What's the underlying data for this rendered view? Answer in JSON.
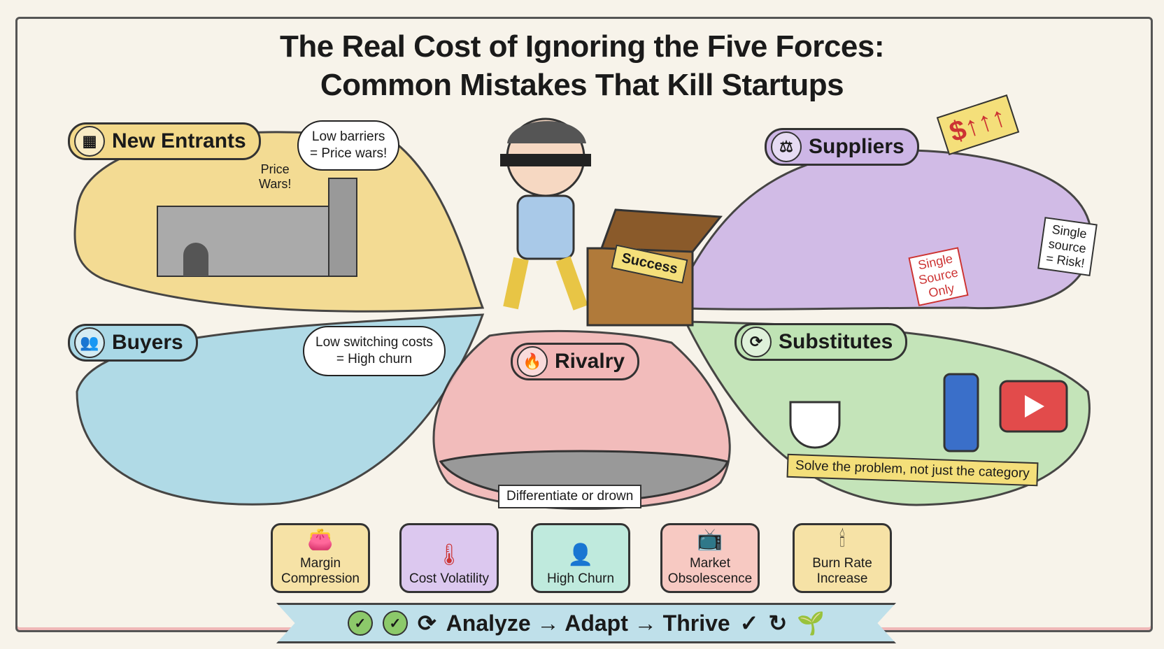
{
  "title": {
    "line1": "The Real Cost of Ignoring the Five Forces:",
    "line2": "Common Mistakes That Kill Startups"
  },
  "forces": {
    "new_entrants": {
      "label": "New Entrants",
      "icon": "barrier-icon",
      "bubble": [
        "Low barriers",
        "= Price wars!"
      ],
      "sign": [
        "Price",
        "Wars!"
      ],
      "color": "#f3d98a"
    },
    "suppliers": {
      "label": "Suppliers",
      "icon": "scale-icon",
      "tag": "$↑↑↑",
      "stamp": [
        "Single",
        "Source",
        "Only"
      ],
      "sign": [
        "Single",
        "source",
        "= Risk!"
      ],
      "color": "#cdb6e6"
    },
    "buyers": {
      "label": "Buyers",
      "icon": "people-icon",
      "bubble": [
        "Low switching costs",
        "= High churn"
      ],
      "color": "#a9d8e6"
    },
    "rivalry": {
      "label": "Rivalry",
      "icon": "fire-icon",
      "caption": "Differentiate or drown",
      "color": "#f2b7b7"
    },
    "substitutes": {
      "label": "Substitutes",
      "icon": "cycle-icon",
      "ribbon": "Solve the problem, not just the category",
      "color": "#bfe3b4"
    }
  },
  "center": {
    "chest_label": "Success"
  },
  "consequences": [
    {
      "label": [
        "Margin",
        "Compression"
      ],
      "icon": "wallet-icon",
      "color": "#f6e2a6"
    },
    {
      "label": [
        "Cost Volatility"
      ],
      "icon": "thermometer-icon",
      "color": "#dcc8ef"
    },
    {
      "label": [
        "High Churn"
      ],
      "icon": "person-leaving-icon",
      "color": "#bfeadd"
    },
    {
      "label": [
        "Market",
        "Obsolescence"
      ],
      "icon": "broken-tv-icon",
      "color": "#f7c9c2"
    },
    {
      "label": [
        "Burn Rate",
        "Increase"
      ],
      "icon": "candle-icon",
      "color": "#f6e2a6"
    }
  ],
  "banner": {
    "text": "Analyze → Adapt → Thrive",
    "color": "#bfe0ea"
  }
}
